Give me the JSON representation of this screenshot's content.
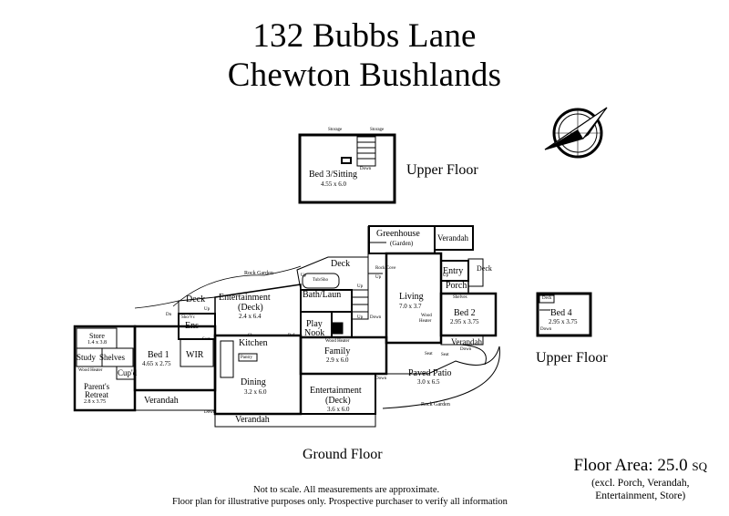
{
  "title": {
    "line1": "132 Bubbs Lane",
    "line2": "Chewton Bushlands"
  },
  "floors": {
    "upper_top": "Upper Floor",
    "upper_right": "Upper Floor",
    "ground": "Ground Floor"
  },
  "rooms": {
    "bed3": {
      "name": "Bed 3/Sitting",
      "dims": "4.55 x 6.0"
    },
    "bed4": {
      "name": "Bed 4",
      "dims": "2.95 x 3.75"
    },
    "greenhouse": {
      "name": "Greenhouse",
      "sub": "(Garden)"
    },
    "verandah_top": "Verandah",
    "entry": "Entry",
    "porch": "Porch",
    "deck_right": "Deck",
    "living": {
      "name": "Living",
      "dims": "7.0 x 3.7"
    },
    "bed2": {
      "name": "Bed 2",
      "dims": "2.95 x 3.75"
    },
    "deck_top": "Deck",
    "bath_laun": "Bath/Laun",
    "play_nook": {
      "line1": "Play",
      "line2": "Nook"
    },
    "deck_left": "Deck",
    "entertainment_deck_top": {
      "line1": "Entertainment",
      "line2": "(Deck)",
      "dims": "2.4 x 6.4"
    },
    "ens": "Ens",
    "store": {
      "name": "Store",
      "dims": "1.4 x 3.8"
    },
    "bed1": {
      "name": "Bed 1",
      "dims": "4.65 x 2.75"
    },
    "wir": "WIR",
    "kitchen": "Kitchen",
    "family": {
      "name": "Family",
      "dims": "2.9 x 6.0"
    },
    "study": "Study",
    "shelves_left": "Shelves",
    "cupd": "Cup'd",
    "parents_retreat": {
      "line1": "Parent's",
      "line2": "Retreat",
      "dims": "2.8 x 3.75"
    },
    "dining": {
      "name": "Dining",
      "dims": "3.2 x 6.0"
    },
    "entertainment_deck_bottom": {
      "line1": "Entertainment",
      "line2": "(Deck)",
      "dims": "3.6 x 6.0"
    },
    "verandah_left": "Verandah",
    "verandah_bottom": "Verandah",
    "verandah_right": "Verandah",
    "paved_patio": {
      "name": "Paved Patio",
      "dims": "3.0 x 6.5"
    }
  },
  "small_labels": {
    "storage1": "Storage",
    "storage2": "Storage",
    "down_top": "Down",
    "deck_bed4": "Deck",
    "down_bed4": "Down",
    "rock_garden_top": "Rock Garden",
    "rock_garden_bottom": "Rock Garden",
    "up1": "Up",
    "up2": "Up",
    "up3": "Up",
    "up4": "Up",
    "up5": "Up",
    "up6": "Up",
    "dn1": "Dn",
    "down1": "Down",
    "down2": "Down",
    "down3": "Down",
    "down4": "Down",
    "tub_sho": "Tub/Sho",
    "sho_wc": "Sho/Vc",
    "shelves_bed2": "Shelves",
    "wood_heater1": "Wood",
    "wood_heater2": "Heater",
    "wood_heater_nook": "Wood Heater",
    "wood_heater_left": "Wood Heater",
    "pantry": "Pantry",
    "ref": "Ref",
    "sk": "Sk",
    "rock_cove": "Rock Cove",
    "seat1": "Seat",
    "seat2": "Seat",
    "seat3": "Seat"
  },
  "notes": {
    "line1": "Not to scale. All measurements are approximate.",
    "line2": "Floor plan for illustrative purposes only. Prospective purchaser to verify all information"
  },
  "floor_area": {
    "label": "Floor Area: 25.0",
    "unit": "SQ",
    "excl1": "(excl. Porch, Verandah,",
    "excl2": "Entertainment, Store)"
  },
  "icons": {
    "compass": "compass-rose-icon"
  }
}
